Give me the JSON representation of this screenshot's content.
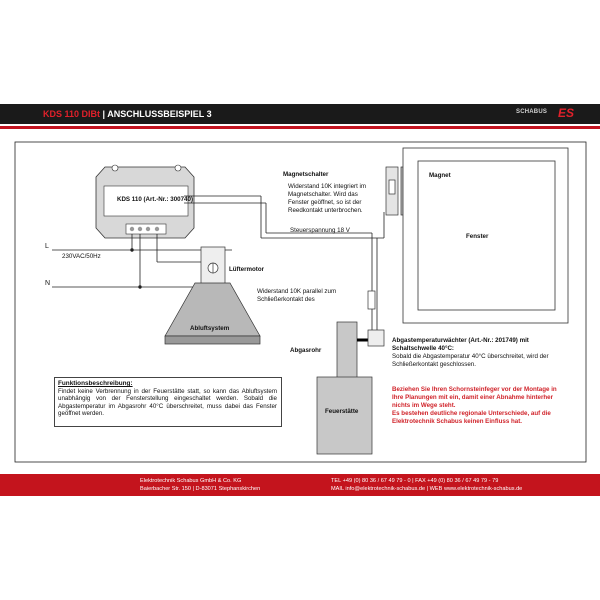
{
  "header": {
    "model": "KDS 110 DIBt",
    "separator": " | ",
    "title": "ANSCHLUSSBEISPIEL 3",
    "logo_text": "SCHABUS",
    "logo_mark": "ES"
  },
  "colors": {
    "accent_red": "#c4141d",
    "header_dark": "#1a1a1a"
  },
  "diagram": {
    "device_label": "KDS 110 (Art.-Nr.: 300740)",
    "line_L": "L",
    "line_N": "N",
    "voltage": "230VAC/50Hz",
    "fan_label": "Lüftermotor",
    "exhaust_label": "Abluftsystem",
    "magnet_switch_title": "Magnetschalter",
    "magnet_switch_text": [
      "Widerstand 10K integriert im",
      "Magnetschalter. Wird das",
      "Fenster geöffnet, so ist der",
      "Reedkontakt unterbrochen."
    ],
    "control_voltage": "Steuerspannung 18 V",
    "magnet_label": "Magnet",
    "window_label": "Fenster",
    "resistor_text": [
      "Widerstand 10K parallel zum",
      "Schließerkontakt des"
    ],
    "flue_label": "Abgasrohr",
    "stove_label": "Feuerstätte",
    "temp_title": [
      "Abgastemperaturwächter (Art.-Nr.: 201749) mit",
      "Schaltschwelle 40°C:"
    ],
    "temp_text": [
      "Sobald die Abgastemperatur 40°C überschreitet, wird der",
      "Schließerkontakt geschlossen."
    ]
  },
  "function_box": {
    "title": "Funktionsbeschreibung:",
    "text": "Findet keine Verbrennung in der Feuerstätte statt, so kann das Abluftsystem unabhängig von der Fensterstellung eingeschaltet werden. Sobald die Abgastemperatur im Abgasrohr 40°C überschreitet, muss dabei das Fenster geöffnet werden."
  },
  "notice": [
    "Beziehen Sie Ihren Schornsteinfeger vor der Montage in",
    "Ihre Planungen mit ein, damit einer Abnahme hinterher",
    "nichts im Wege steht.",
    "Es bestehen deutliche regionale Unterschiede, auf die",
    "Elektrotechnik Schabus keinen Einfluss hat."
  ],
  "footer": {
    "company": "Elektrotechnik Schabus GmbH & Co. KG",
    "address": "Baierbacher Str. 150 | D-83071 Stephanskirchen",
    "tel": "TEL +49 (0) 80 36 / 67 49 79 - 0 | FAX         +49 (0) 80 36 / 67 49 79 - 79",
    "mail": "MAIL     info@elektrotechnik-schabus.de | WEB         www.elektrotechnik-schabus.de"
  }
}
